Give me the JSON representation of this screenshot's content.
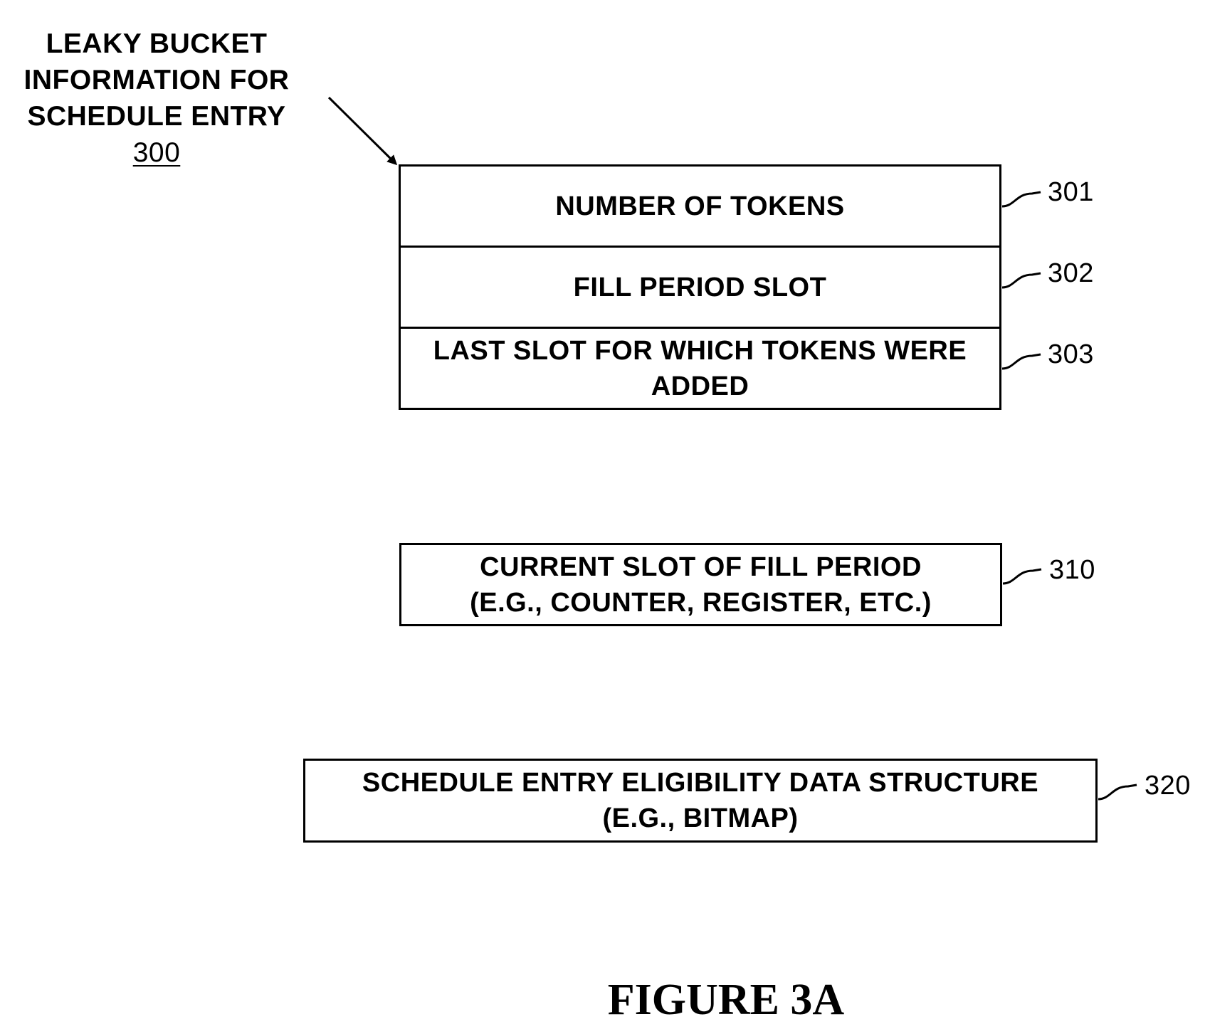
{
  "caption": {
    "line1": "LEAKY BUCKET",
    "line2": "INFORMATION FOR",
    "line3": "SCHEDULE ENTRY",
    "ref": "300"
  },
  "entry_fields": [
    {
      "label": "NUMBER OF TOKENS",
      "ref": "301"
    },
    {
      "label": "FILL PERIOD SLOT",
      "ref": "302"
    },
    {
      "label": "LAST SLOT FOR WHICH TOKENS WERE ADDED",
      "ref": "303"
    }
  ],
  "current_slot": {
    "line1": "CURRENT SLOT OF FILL PERIOD",
    "line2": "(E.G., COUNTER, REGISTER, ETC.)",
    "ref": "310"
  },
  "eligibility": {
    "line1": "SCHEDULE ENTRY ELIGIBILITY DATA STRUCTURE",
    "line2": "(E.G., BITMAP)",
    "ref": "320"
  },
  "figure_title": "FIGURE 3A"
}
